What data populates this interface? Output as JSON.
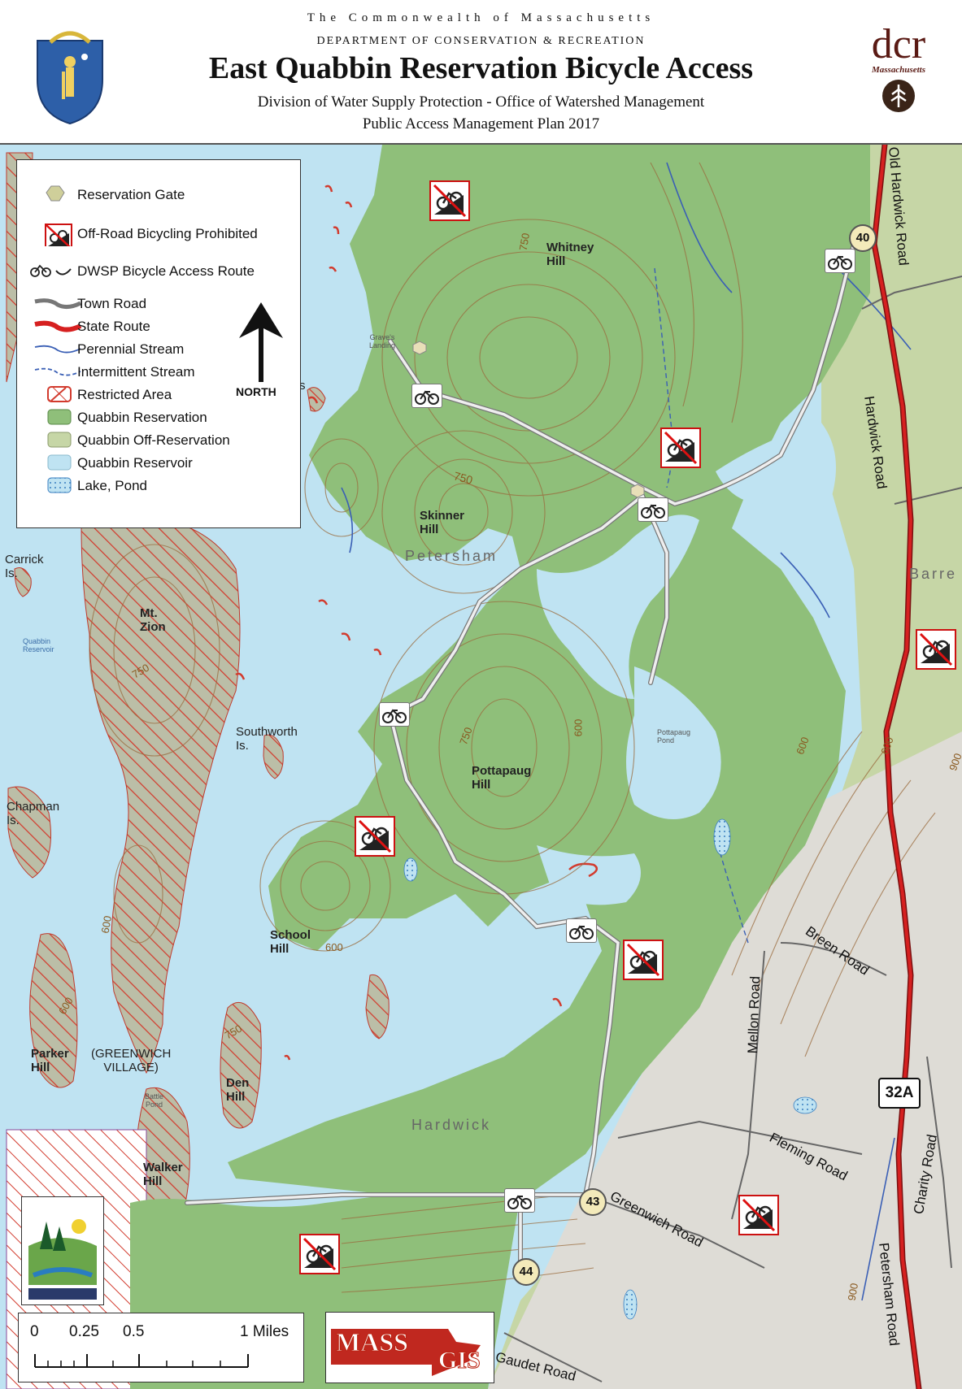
{
  "header": {
    "line1": "The Commonwealth of Massachusetts",
    "line2": "DEPARTMENT OF CONSERVATION & RECREATION",
    "title": "East Quabbin Reservation Bicycle Access",
    "subtitle1": "Division of Water Supply Protection - Office of Watershed Management",
    "subtitle2": "Public Access Management Plan 2017",
    "logo_text": "dcr",
    "logo_sub": "Massachusetts"
  },
  "legend": {
    "items": [
      {
        "label": "Reservation Gate",
        "symbol": "gate-icon"
      },
      {
        "label": "Off-Road Bicycling Prohibited",
        "symbol": "no-bicycle-icon"
      },
      {
        "label": "DWSP Bicycle Access Route",
        "symbol": "bicycle-route-icon"
      },
      {
        "label": "Town Road",
        "symbol": "town-road-line"
      },
      {
        "label": "State Route",
        "symbol": "state-route-line"
      },
      {
        "label": "Perennial Stream",
        "symbol": "perennial-stream-line"
      },
      {
        "label": "Intermittent Stream",
        "symbol": "intermittent-stream-line"
      },
      {
        "label": "Restricted Area",
        "symbol": "restricted-area-swatch"
      },
      {
        "label": "Quabbin Reservation",
        "symbol": "reservation-swatch"
      },
      {
        "label": "Quabbin Off-Reservation",
        "symbol": "off-reservation-swatch"
      },
      {
        "label": "Quabbin Reservoir",
        "symbol": "reservoir-swatch"
      },
      {
        "label": "Lake, Pond",
        "symbol": "lake-pond-swatch"
      }
    ]
  },
  "north_label": "NORTH",
  "labels": {
    "whitney_hill": "Whitney\nHill",
    "skinner_hill": "Skinner\nHill",
    "petersham": "Petersham",
    "mt_zion": "Mt.\nZion",
    "carrick": "Carrick\nIs.",
    "quabbin_reservoir": "Quabbin\nReservoir",
    "southworth": "Southworth\nIs.",
    "chapman": "Chapman\nIs.",
    "pottapaug_hill": "Pottapaug\nHill",
    "pottapaug_pond": "Pottapaug\nPond",
    "school_hill": "School\nHill",
    "parker_hill": "Parker\nHill",
    "greenwich_village": "(GREENWICH\nVILLAGE)",
    "den_hill": "Den\nHill",
    "walker_hill": "Walker\nHill",
    "hardwick": "Hardwick",
    "barre": "Barre",
    "graves_landing": "Grave's\nLanding",
    "battle_pond": "Battle\nPond",
    "peters_s": "s"
  },
  "contours": [
    "750",
    "750",
    "750",
    "750",
    "600",
    "600",
    "600",
    "750",
    "600",
    "600",
    "600",
    "900",
    "900"
  ],
  "roads": {
    "old_hardwick": "Old Hardwick Road",
    "hardwick_road": "Hardwick Road",
    "breen": "Breen Road",
    "mellon": "Mellon Road",
    "fleming": "Fleming Road",
    "charity": "Charity Road",
    "petersham_road": "Petersham Road",
    "greenwich_road": "Greenwich Road",
    "gaudet": "Gaudet Road"
  },
  "shields": {
    "r40": "40",
    "r43": "43",
    "r44": "44",
    "r32a": "32A"
  },
  "scalebar": {
    "ticks": [
      "0",
      "0.25",
      "0.5",
      "1 Miles"
    ]
  },
  "massgis": {
    "mass": "MASS",
    "gis": "GIS"
  },
  "colors": {
    "reservoir": "#bfe3f2",
    "reservation": "#8fbf7a",
    "off_reservation": "#c6d6a6",
    "restricted_hatch": "#d23b2e",
    "state_route": "#c81e1e",
    "contour": "#9a6b3d",
    "town_road": "#e8e8e8",
    "stream": "#3a5fb5"
  }
}
